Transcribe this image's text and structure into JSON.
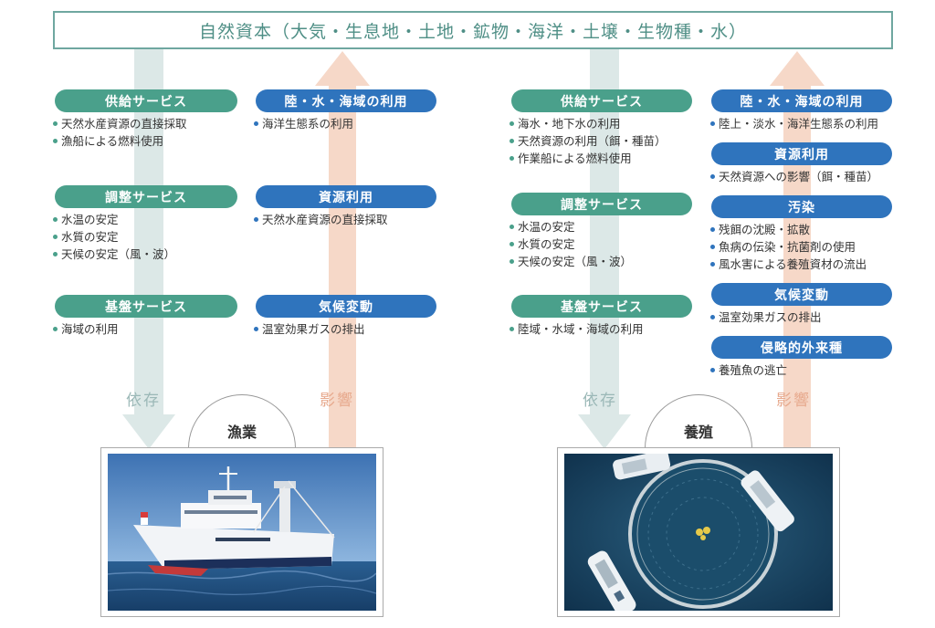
{
  "top_title": "自然資本（大気・生息地・土地・鉱物・海洋・土壌・生物種・水）",
  "colors": {
    "green": "#4aa08b",
    "blue": "#2f74bd",
    "dependency_arrow": "#dce8e7",
    "impact_arrow": "#f6d8c8"
  },
  "fishery": {
    "label": "漁業",
    "dependency_caption": "依存",
    "impact_caption": "影響",
    "dependency": [
      {
        "title": "供給サービス",
        "items": [
          "天然水産資源の直接採取",
          "漁船による燃料使用"
        ]
      },
      {
        "title": "調整サービス",
        "items": [
          "水温の安定",
          "水質の安定",
          "天候の安定（風・波）"
        ]
      },
      {
        "title": "基盤サービス",
        "items": [
          "海域の利用"
        ]
      }
    ],
    "impact": [
      {
        "title": "陸・水・海域の利用",
        "items": [
          "海洋生態系の利用"
        ]
      },
      {
        "title": "資源利用",
        "items": [
          "天然水産資源の直接採取"
        ]
      },
      {
        "title": "気候変動",
        "items": [
          "温室効果ガスの排出"
        ]
      }
    ]
  },
  "aquaculture": {
    "label": "養殖",
    "dependency_caption": "依存",
    "impact_caption": "影響",
    "dependency": [
      {
        "title": "供給サービス",
        "items": [
          "海水・地下水の利用",
          "天然資源の利用（餌・種苗）",
          "作業船による燃料使用"
        ]
      },
      {
        "title": "調整サービス",
        "items": [
          "水温の安定",
          "水質の安定",
          "天候の安定（風・波）"
        ]
      },
      {
        "title": "基盤サービス",
        "items": [
          "陸域・水域・海域の利用"
        ]
      }
    ],
    "impact": [
      {
        "title": "陸・水・海域の利用",
        "items": [
          "陸上・淡水・海洋生態系の利用"
        ]
      },
      {
        "title": "資源利用",
        "items": [
          "天然資源への影響（餌・種苗）"
        ]
      },
      {
        "title": "汚染",
        "items": [
          "残餌の沈殿・拡散",
          "魚病の伝染・抗菌剤の使用",
          "風水害による養殖資材の流出"
        ]
      },
      {
        "title": "気候変動",
        "items": [
          "温室効果ガスの排出"
        ]
      },
      {
        "title": "侵略的外来種",
        "items": [
          "養殖魚の逃亡"
        ]
      }
    ]
  }
}
